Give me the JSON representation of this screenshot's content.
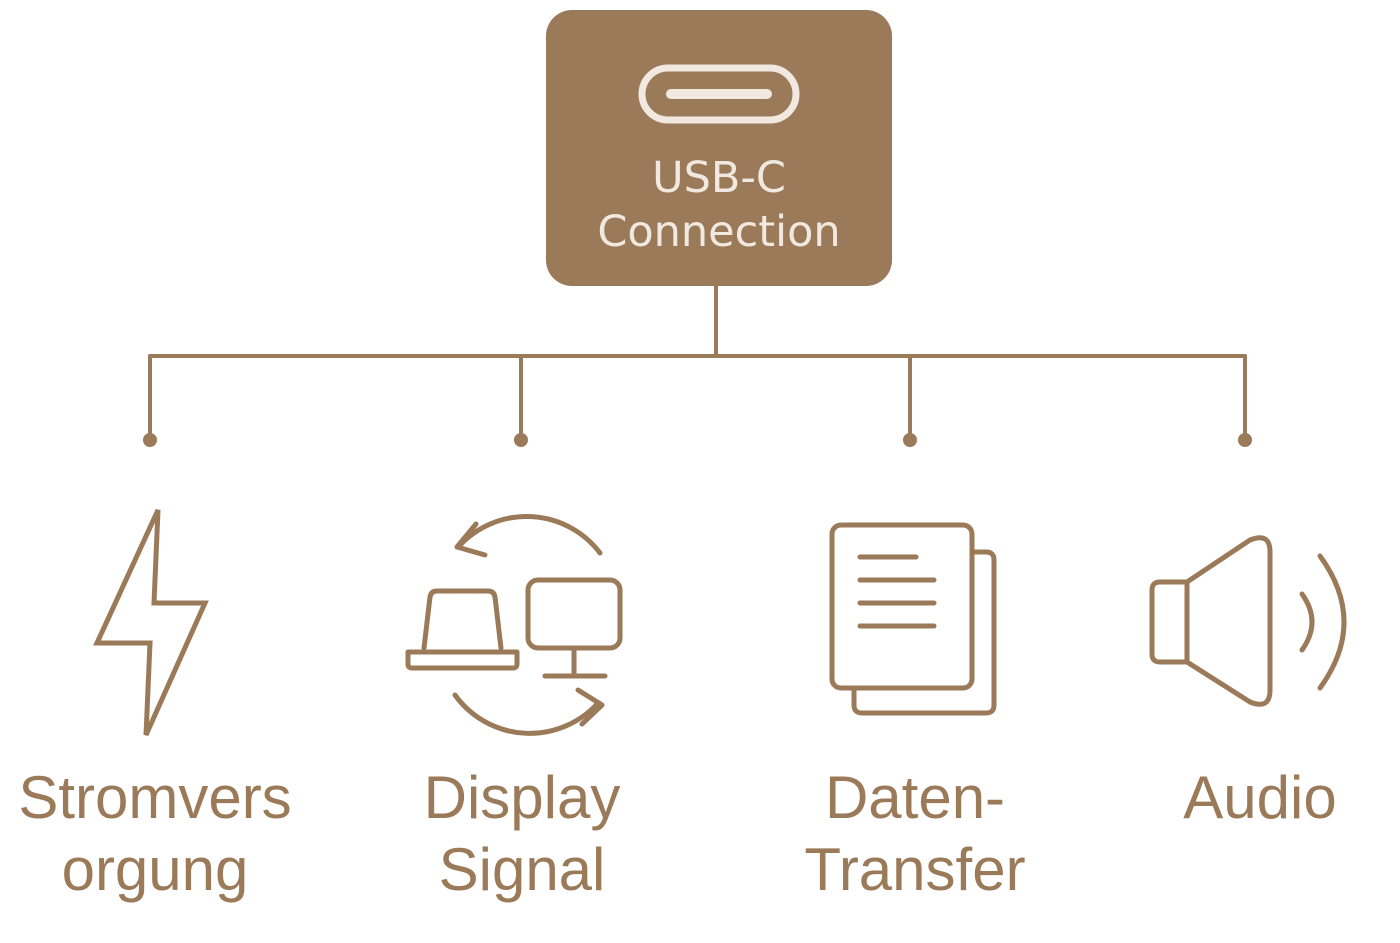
{
  "hub": {
    "line1": "USB-C",
    "line2": "Connection",
    "icon": "usb-c-port-icon"
  },
  "features": [
    {
      "line1": "Stromvers",
      "line2": "orgung",
      "icon": "lightning-bolt-icon"
    },
    {
      "line1": "Display",
      "line2": "Signal",
      "icon": "laptop-monitor-sync-icon"
    },
    {
      "line1": "Daten-",
      "line2": "Transfer",
      "icon": "documents-icon"
    },
    {
      "line1": "Audio",
      "line2": "",
      "icon": "speaker-icon"
    }
  ],
  "colors": {
    "accent": "#9b7a59",
    "hub_text": "#f1e9df",
    "background": "#ffffff"
  }
}
